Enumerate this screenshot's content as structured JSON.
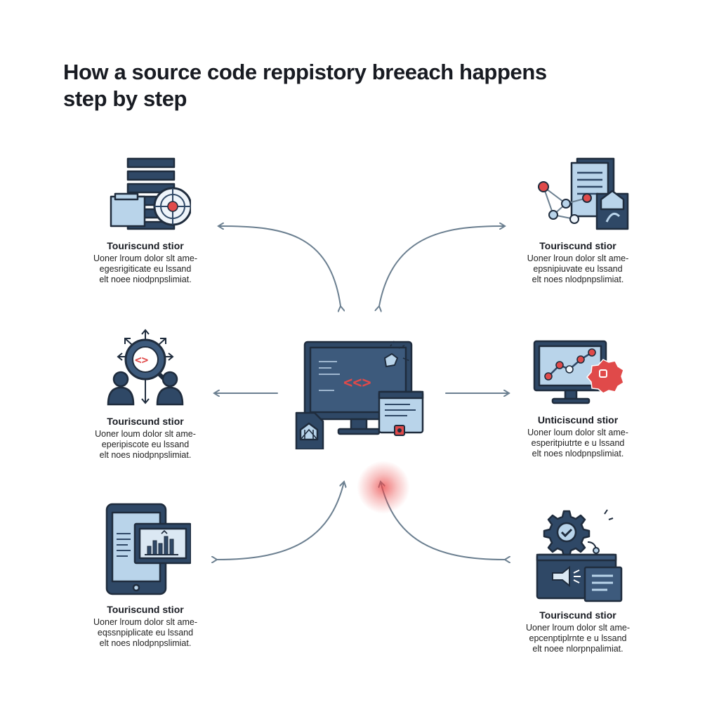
{
  "title": {
    "line1": "How a source code reppistory breeach happens",
    "line2": "step by step"
  },
  "colors": {
    "navy": "#2f4866",
    "light_blue": "#b9d4ea",
    "accent_red": "#e04a4a",
    "arrow": "#6b7f90"
  },
  "steps": [
    {
      "label": "Touriscund stior",
      "desc": [
        "Uoner lroum dolor slt ame-",
        "egesrigiticate eu lssand",
        "elt noee niodpnpslimiat."
      ],
      "icon": "server-stack-target-icon"
    },
    {
      "label": "Touriscund stior",
      "desc": [
        "Uoner lroun dolor slt ame-",
        "epsnipiuvate eu lssand",
        "elt noes nlodpnpslimiat."
      ],
      "icon": "documents-network-icon"
    },
    {
      "label": "Touriscund stior",
      "desc": [
        "Uoner loum dolor slt ame-",
        "eperipiscote eu lssand",
        "elt noes niodpnpslimiat."
      ],
      "icon": "code-magnifier-users-icon"
    },
    {
      "label": "Unticiscund stior",
      "desc": [
        "Uoner loum dolor slt ame-",
        "esperitpiutrte e u lssand",
        "elt noes nlodpnpslimiat."
      ],
      "icon": "monitor-graph-alert-icon"
    },
    {
      "label": "Touriscund stior",
      "desc": [
        "Uoner lroum dolor slt ame-",
        "eqssnpiplicate eu lssand",
        "elt noes nlodpnpslimiat."
      ],
      "icon": "tablet-chart-icon"
    },
    {
      "label": "Touriscund stior",
      "desc": [
        "Uoner lroum dolor slt ame-",
        "epcenptiplrnte e u lssand",
        "elt noee nlorpnpalimiat."
      ],
      "icon": "gear-terminal-icon"
    }
  ],
  "center_icon": "monitor-code-breach-icon"
}
